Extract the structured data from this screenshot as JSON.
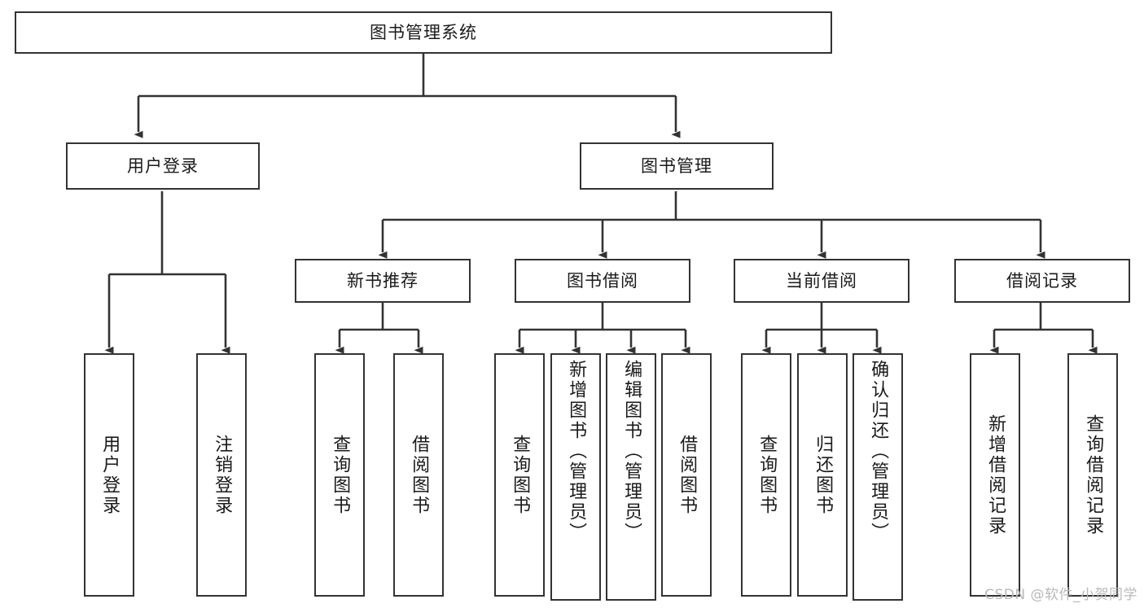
{
  "diagram": {
    "title": "图书管理系统",
    "type": "tree",
    "watermark": "CSDN @软件_小贺同学",
    "stroke_color": "#333333",
    "background_color": "#ffffff",
    "nodes": {
      "root": {
        "label": "图书管理系统"
      },
      "level1": [
        {
          "id": "user-login",
          "label": "用户登录"
        },
        {
          "id": "book-manage",
          "label": "图书管理"
        }
      ],
      "level2": [
        {
          "id": "new-book-recommend",
          "label": "新书推荐"
        },
        {
          "id": "book-borrow",
          "label": "图书借阅"
        },
        {
          "id": "current-borrow",
          "label": "当前借阅"
        },
        {
          "id": "borrow-record",
          "label": "借阅记录"
        }
      ],
      "leaves": {
        "user_login": [
          {
            "id": "leaf-user-login",
            "label": "用户登录"
          },
          {
            "id": "leaf-logout",
            "label": "注销登录"
          }
        ],
        "new_book_recommend": [
          {
            "id": "leaf-query-book-1",
            "label": "查询图书"
          },
          {
            "id": "leaf-borrow-book-1",
            "label": "借阅图书"
          }
        ],
        "book_borrow": [
          {
            "id": "leaf-query-book-2",
            "label": "查询图书"
          },
          {
            "id": "leaf-add-book",
            "label": "新增图书（管理员）"
          },
          {
            "id": "leaf-edit-book",
            "label": "编辑图书（管理员）"
          },
          {
            "id": "leaf-borrow-book-2",
            "label": "借阅图书"
          }
        ],
        "current_borrow": [
          {
            "id": "leaf-query-book-3",
            "label": "查询图书"
          },
          {
            "id": "leaf-return-book",
            "label": "归还图书"
          },
          {
            "id": "leaf-confirm-return",
            "label": "确认归还（管理员）"
          }
        ],
        "borrow_record": [
          {
            "id": "leaf-add-record",
            "label": "新增借阅记录"
          },
          {
            "id": "leaf-query-record",
            "label": "查询借阅记录"
          }
        ]
      }
    }
  }
}
